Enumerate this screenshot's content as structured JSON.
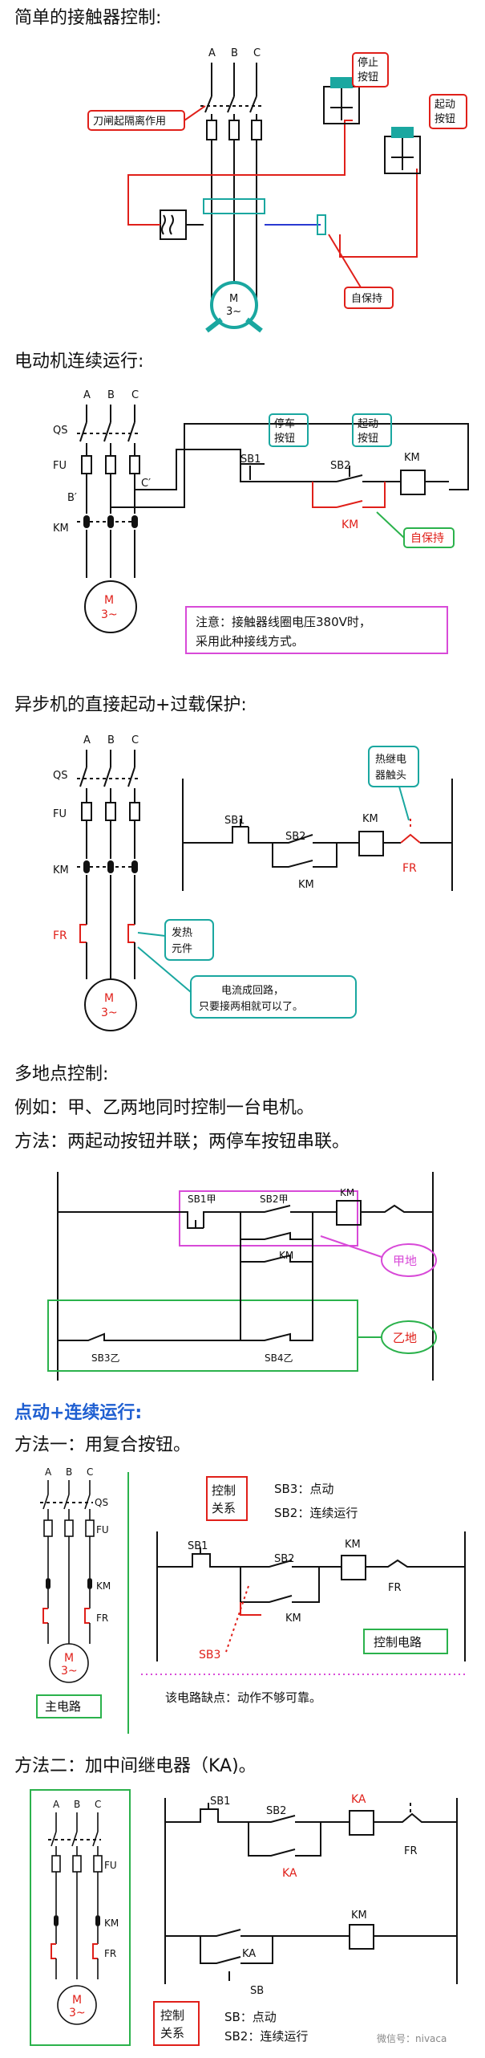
{
  "sections": {
    "s1": {
      "title": "简单的接触器控制:"
    },
    "s2": {
      "title": "电动机连续运行:"
    },
    "s3": {
      "title": "异步机的直接起动+过载保护:"
    },
    "s4": {
      "title": "多地点控制:",
      "line1": "例如：甲、乙两地同时控制一台电机。",
      "line2": "方法：两起动按钮并联；两停车按钮串联。"
    },
    "s5": {
      "title": "点动+连续运行:",
      "method1": "方法一：用复合按钮。",
      "method2": "方法二：加中间继电器（KA)。"
    }
  },
  "d1": {
    "phase_a": "A",
    "phase_b": "B",
    "phase_c": "C",
    "knife_note": "刀闸起隔离作用",
    "stop_line1": "停止",
    "stop_line2": "按钮",
    "start_line1": "起动",
    "start_line2": "按钮",
    "self_hold": "自保持",
    "motor_m": "M",
    "motor_3": "3~"
  },
  "d2": {
    "phase_a": "A",
    "phase_b": "B",
    "phase_c": "C",
    "qs": "QS",
    "fu": "FU",
    "km_left": "KM",
    "c_prime": "C′",
    "b_prime": "B′",
    "sb1": "SB1",
    "sb2": "SB2",
    "km_coil": "KM",
    "km_contact": "KM",
    "stop_line1": "停车",
    "stop_line2": "按钮",
    "start_line1": "起动",
    "start_line2": "按钮",
    "self_hold": "自保持",
    "note_line1": "注意：接触器线圈电压380V时，",
    "note_line2": "采用此种接线方式。",
    "motor_m": "M",
    "motor_3": "3~"
  },
  "d3": {
    "phase_a": "A",
    "phase_b": "B",
    "phase_c": "C",
    "qs": "QS",
    "fu": "FU",
    "km_left": "KM",
    "fr_left": "FR",
    "sb1": "SB1",
    "sb2": "SB2",
    "km_coil": "KM",
    "km_contact": "KM",
    "fr_contact": "FR",
    "relay_line1": "热继电",
    "relay_line2": "器触头",
    "heat_line1": "发热",
    "heat_line2": "元件",
    "loop_line1": "电流成回路，",
    "loop_line2": "只要接两相就可以了。",
    "motor_m": "M",
    "motor_3": "3~"
  },
  "d4": {
    "sb1jia": "SB1甲",
    "sb2jia": "SB2甲",
    "km": "KM",
    "km_coil": "KM",
    "sb3yi": "SB3乙",
    "sb4yi": "SB4乙",
    "jia_place": "甲地",
    "yi_place": "乙地"
  },
  "d5": {
    "phase_a": "A",
    "phase_b": "B",
    "phase_c": "C",
    "qs": "QS",
    "fu": "FU",
    "km": "KM",
    "fr": "FR",
    "main_circuit": "主电路",
    "ctrl_line1": "控制",
    "ctrl_line2": "关系",
    "rel1": "SB3：点动",
    "rel2": "SB2：连续运行",
    "sb1": "SB1",
    "sb2": "SB2",
    "sb3": "SB3",
    "km_coil": "KM",
    "km_contact": "KM",
    "fr_contact": "FR",
    "control_circuit": "控制电路",
    "weakness": "该电路缺点：动作不够可靠。",
    "motor_m": "M",
    "motor_3": "3~"
  },
  "d6": {
    "phase_a": "A",
    "phase_b": "B",
    "phase_c": "C",
    "fu": "FU",
    "km": "KM",
    "fr": "FR",
    "sb1": "SB1",
    "sb2": "SB2",
    "ka_coil": "KA",
    "ka_contact": "KA",
    "fr_contact": "FR",
    "ka2": "KA",
    "sb": "SB",
    "km_coil": "KM",
    "ctrl_line1": "控制",
    "ctrl_line2": "关系",
    "rel1": "SB：点动",
    "rel2": "SB2：连续运行",
    "watermark": "微信号：nivaca",
    "motor_m": "M",
    "motor_3": "3~"
  }
}
